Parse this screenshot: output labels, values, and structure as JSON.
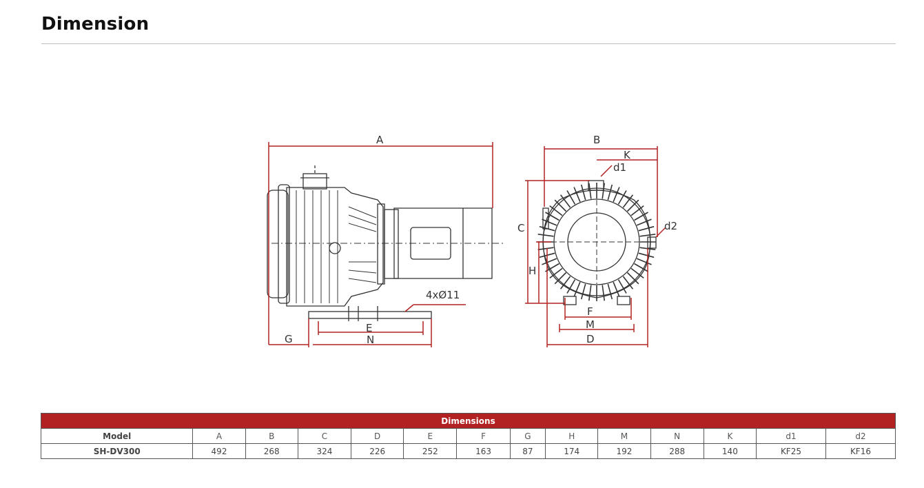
{
  "page": {
    "title": "Dimension"
  },
  "drawing": {
    "side_view_labels": {
      "A": "A",
      "G": "G",
      "E": "E",
      "N": "N",
      "hole_spec": "4xØ11"
    },
    "front_view_labels": {
      "B": "B",
      "K": "K",
      "d1": "d1",
      "d2": "d2",
      "C": "C",
      "H": "H",
      "F": "F",
      "M": "M",
      "D": "D"
    },
    "colors": {
      "dimension_line": "#b22222",
      "outline": "#333333"
    }
  },
  "table": {
    "caption": "Dimensions",
    "model_header": "Model",
    "columns": [
      "A",
      "B",
      "C",
      "D",
      "E",
      "F",
      "G",
      "H",
      "M",
      "N",
      "K",
      "d1",
      "d2"
    ],
    "rows": [
      {
        "model": "SH-DV300",
        "values": [
          "492",
          "268",
          "324",
          "226",
          "252",
          "163",
          "87",
          "174",
          "192",
          "288",
          "140",
          "KF25",
          "KF16"
        ]
      }
    ],
    "colors": {
      "caption_bg": "#b22222",
      "caption_text": "#ffffff"
    }
  }
}
